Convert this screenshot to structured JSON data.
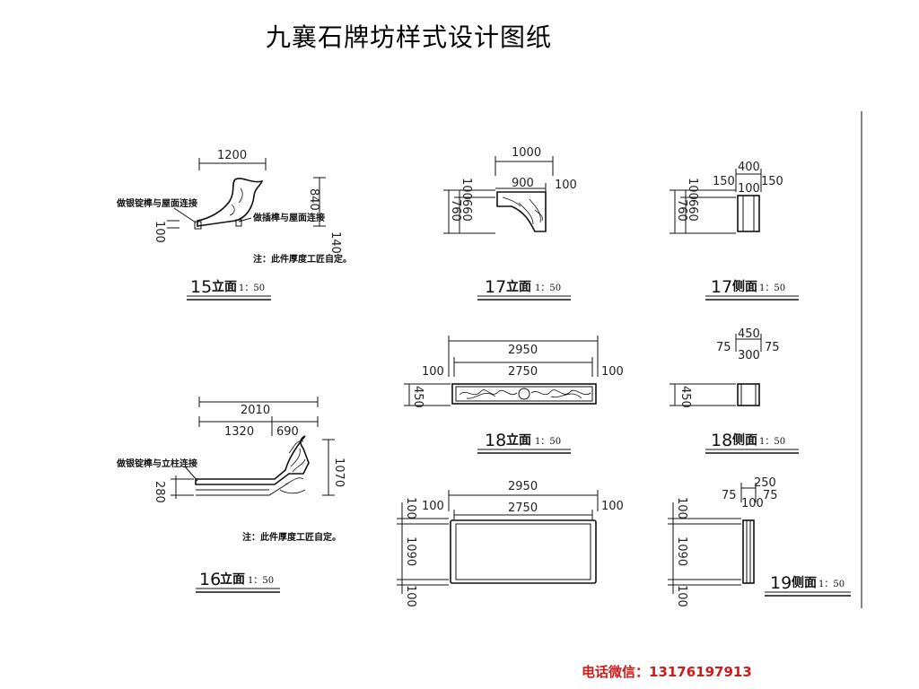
{
  "title": "九襄石牌坊样式设计图纸",
  "contact": "电话微信：13176197913",
  "captions": {
    "c15": {
      "num": "15",
      "label": "立面",
      "scale": "1：50"
    },
    "c16": {
      "num": "16",
      "label": "立面",
      "scale": "1：50"
    },
    "c17a": {
      "num": "17",
      "label": "立面",
      "scale": "1：50"
    },
    "c17b": {
      "num": "17",
      "label": "侧面",
      "scale": "1：50"
    },
    "c18a": {
      "num": "18",
      "label": "立面",
      "scale": "1：50"
    },
    "c18b": {
      "num": "18",
      "label": "侧面",
      "scale": "1：50"
    },
    "c19": {
      "num": "19",
      "label": "侧面",
      "scale": "1：50"
    }
  },
  "notes": {
    "roof_joint_1": "做银锭榫与屋面连接",
    "roof_joint_2": "做插榫与屋面连接",
    "post_joint": "做银锭榫与立柱连接",
    "thickness_15": "注：此件厚度工匠自定。",
    "thickness_16": "注：此件厚度工匠自定。"
  },
  "dims": {
    "d15": {
      "w": "1200",
      "h": "840",
      "left": "100",
      "right": "140"
    },
    "d16": {
      "w": "2010",
      "a": "1320",
      "b": "690",
      "h": "1070",
      "left": "280"
    },
    "d17a": {
      "w": "1000",
      "inner": "900",
      "right": "100",
      "v1": "100",
      "v2": "660",
      "v3": "760"
    },
    "d17b": {
      "w": "400",
      "l": "150",
      "r": "150",
      "mid": "100",
      "v1": "100",
      "v2": "660",
      "v3": "760"
    },
    "d18a": {
      "w": "2950",
      "inner": "2750",
      "l": "100",
      "r": "100",
      "h": "450"
    },
    "d18b": {
      "w": "450",
      "l": "75",
      "mid": "300",
      "r": "75",
      "h": "450"
    },
    "d19a": {
      "w": "2950",
      "inner": "2750",
      "l": "100",
      "r": "100",
      "v1": "100",
      "v2": "1090",
      "v3": "100"
    },
    "d19b": {
      "w": "250",
      "l": "75",
      "mid": "100",
      "r": "75",
      "v1": "100",
      "v2": "1090",
      "v3": "100"
    }
  }
}
